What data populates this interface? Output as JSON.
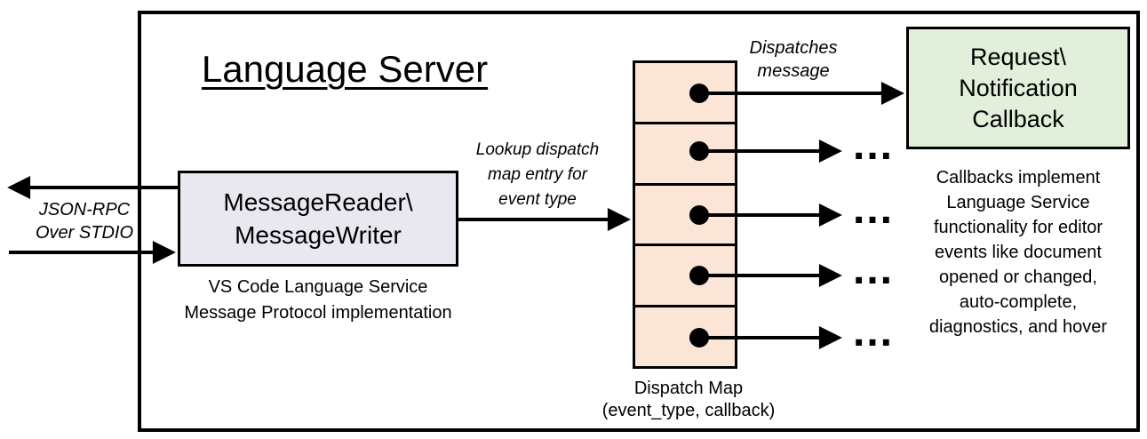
{
  "title": "Language Server",
  "io_label": {
    "lines": [
      "JSON-RPC",
      "Over STDIO"
    ]
  },
  "reader_box": {
    "lines": [
      "MessageReader\\",
      "MessageWriter"
    ],
    "caption_lines": [
      "VS Code Language Service",
      "Message Protocol implementation"
    ]
  },
  "lookup_label": {
    "lines": [
      "Lookup dispatch",
      "map entry for",
      "event type"
    ]
  },
  "dispatches_label": {
    "lines": [
      "Dispatches",
      "message"
    ]
  },
  "dispatch_map": {
    "caption_lines": [
      "Dispatch Map",
      "(event_type, callback)"
    ],
    "cell_count": 5
  },
  "callback_box": {
    "lines": [
      "Request\\",
      "Notification",
      "Callback"
    ]
  },
  "note": {
    "lines": [
      "Callbacks implement",
      "Language Service",
      "functionality for editor",
      "events like document",
      "opened or changed,",
      "auto-complete,",
      "diagnostics, and hover"
    ]
  },
  "ellipsis": "...",
  "colors": {
    "reader_box_fill": "#e9e8f0",
    "dispatch_cell_fill": "#fbe5d6",
    "callback_box_fill": "#e2efda",
    "stroke": "#000000"
  }
}
